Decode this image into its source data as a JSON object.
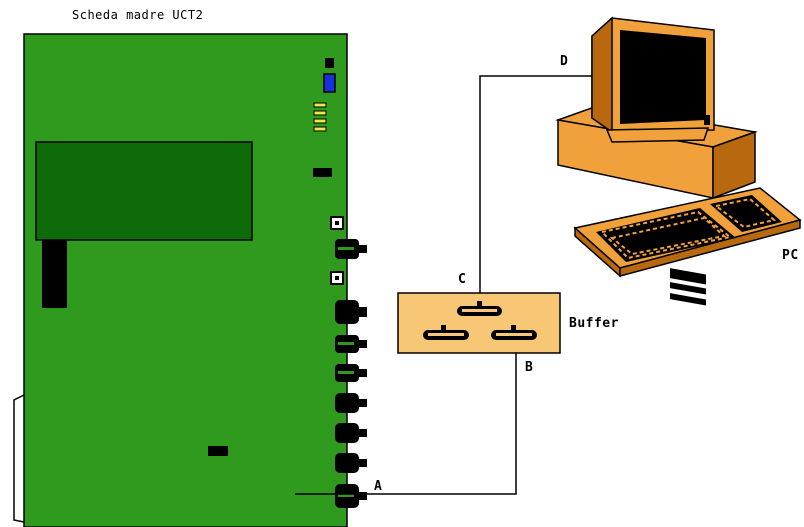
{
  "board": {
    "title": "Scheda madre UCT2"
  },
  "labels": {
    "point_a": "A",
    "point_b": "B",
    "point_c": "C",
    "point_d": "D",
    "buffer": "Buffer",
    "pc": "PC"
  },
  "colors": {
    "board_green": "#2f9a1e",
    "module_green": "#0d6b0a",
    "buffer_fill": "#f7c775",
    "pc_orange": "#f0a13c",
    "pc_dark": "#b8690f",
    "led_blue": "#1a2ee0",
    "led_yellow": "#e8e84a"
  }
}
